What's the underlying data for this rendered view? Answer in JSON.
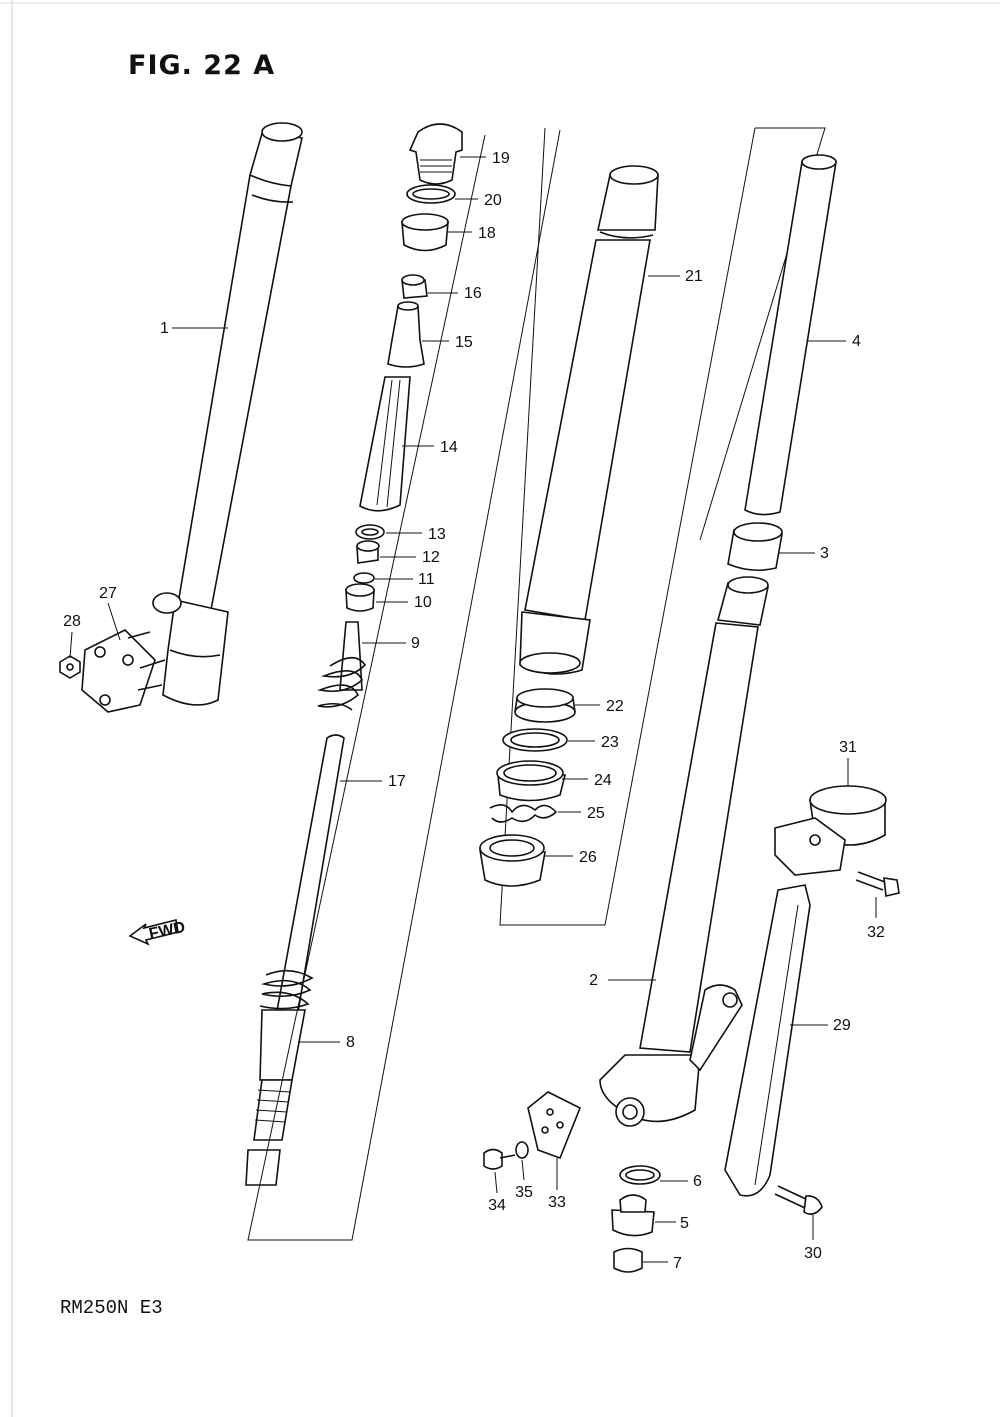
{
  "figure_title": "FIG. 22 A",
  "model_code": "RM250N E3",
  "fwd_arrow_label": "FWD",
  "callouts": [
    {
      "num": "1"
    },
    {
      "num": "2"
    },
    {
      "num": "3"
    },
    {
      "num": "4"
    },
    {
      "num": "5"
    },
    {
      "num": "6"
    },
    {
      "num": "7"
    },
    {
      "num": "8"
    },
    {
      "num": "9"
    },
    {
      "num": "10"
    },
    {
      "num": "11"
    },
    {
      "num": "12"
    },
    {
      "num": "13"
    },
    {
      "num": "14"
    },
    {
      "num": "15"
    },
    {
      "num": "16"
    },
    {
      "num": "17"
    },
    {
      "num": "18"
    },
    {
      "num": "19"
    },
    {
      "num": "20"
    },
    {
      "num": "21"
    },
    {
      "num": "22"
    },
    {
      "num": "23"
    },
    {
      "num": "24"
    },
    {
      "num": "25"
    },
    {
      "num": "26"
    },
    {
      "num": "27"
    },
    {
      "num": "28"
    },
    {
      "num": "29"
    },
    {
      "num": "30"
    },
    {
      "num": "31"
    },
    {
      "num": "32"
    },
    {
      "num": "33"
    },
    {
      "num": "34"
    },
    {
      "num": "35"
    }
  ]
}
